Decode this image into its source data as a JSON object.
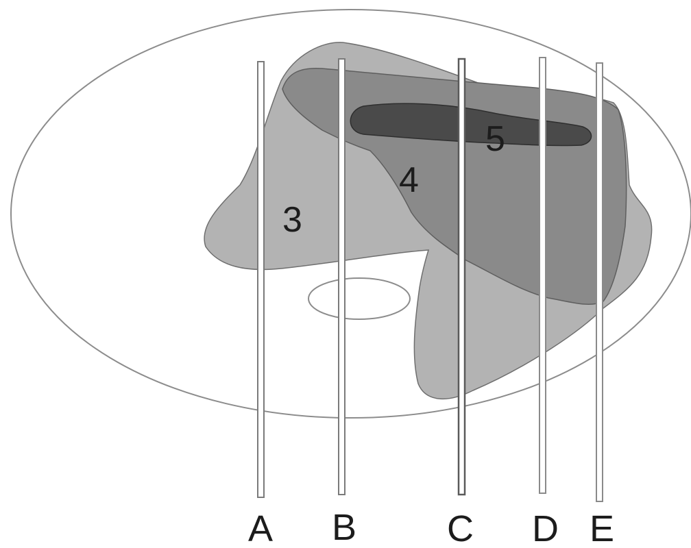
{
  "zones": [
    {
      "id": "zone-3",
      "label": "3",
      "fill": "#b3b3b3"
    },
    {
      "id": "zone-4",
      "label": "4",
      "fill": "#8a8a8a"
    },
    {
      "id": "zone-5",
      "label": "5",
      "fill": "#4a4a4a"
    }
  ],
  "probes": [
    {
      "id": "A",
      "label": "A"
    },
    {
      "id": "B",
      "label": "B"
    },
    {
      "id": "C",
      "label": "C"
    },
    {
      "id": "D",
      "label": "D"
    },
    {
      "id": "E",
      "label": "E"
    }
  ],
  "colors": {
    "outline": "#8c8c8c",
    "shape_stroke": "#6e6e6e",
    "probe_stroke": "#7a7a7a",
    "text": "#1c1c1c"
  }
}
